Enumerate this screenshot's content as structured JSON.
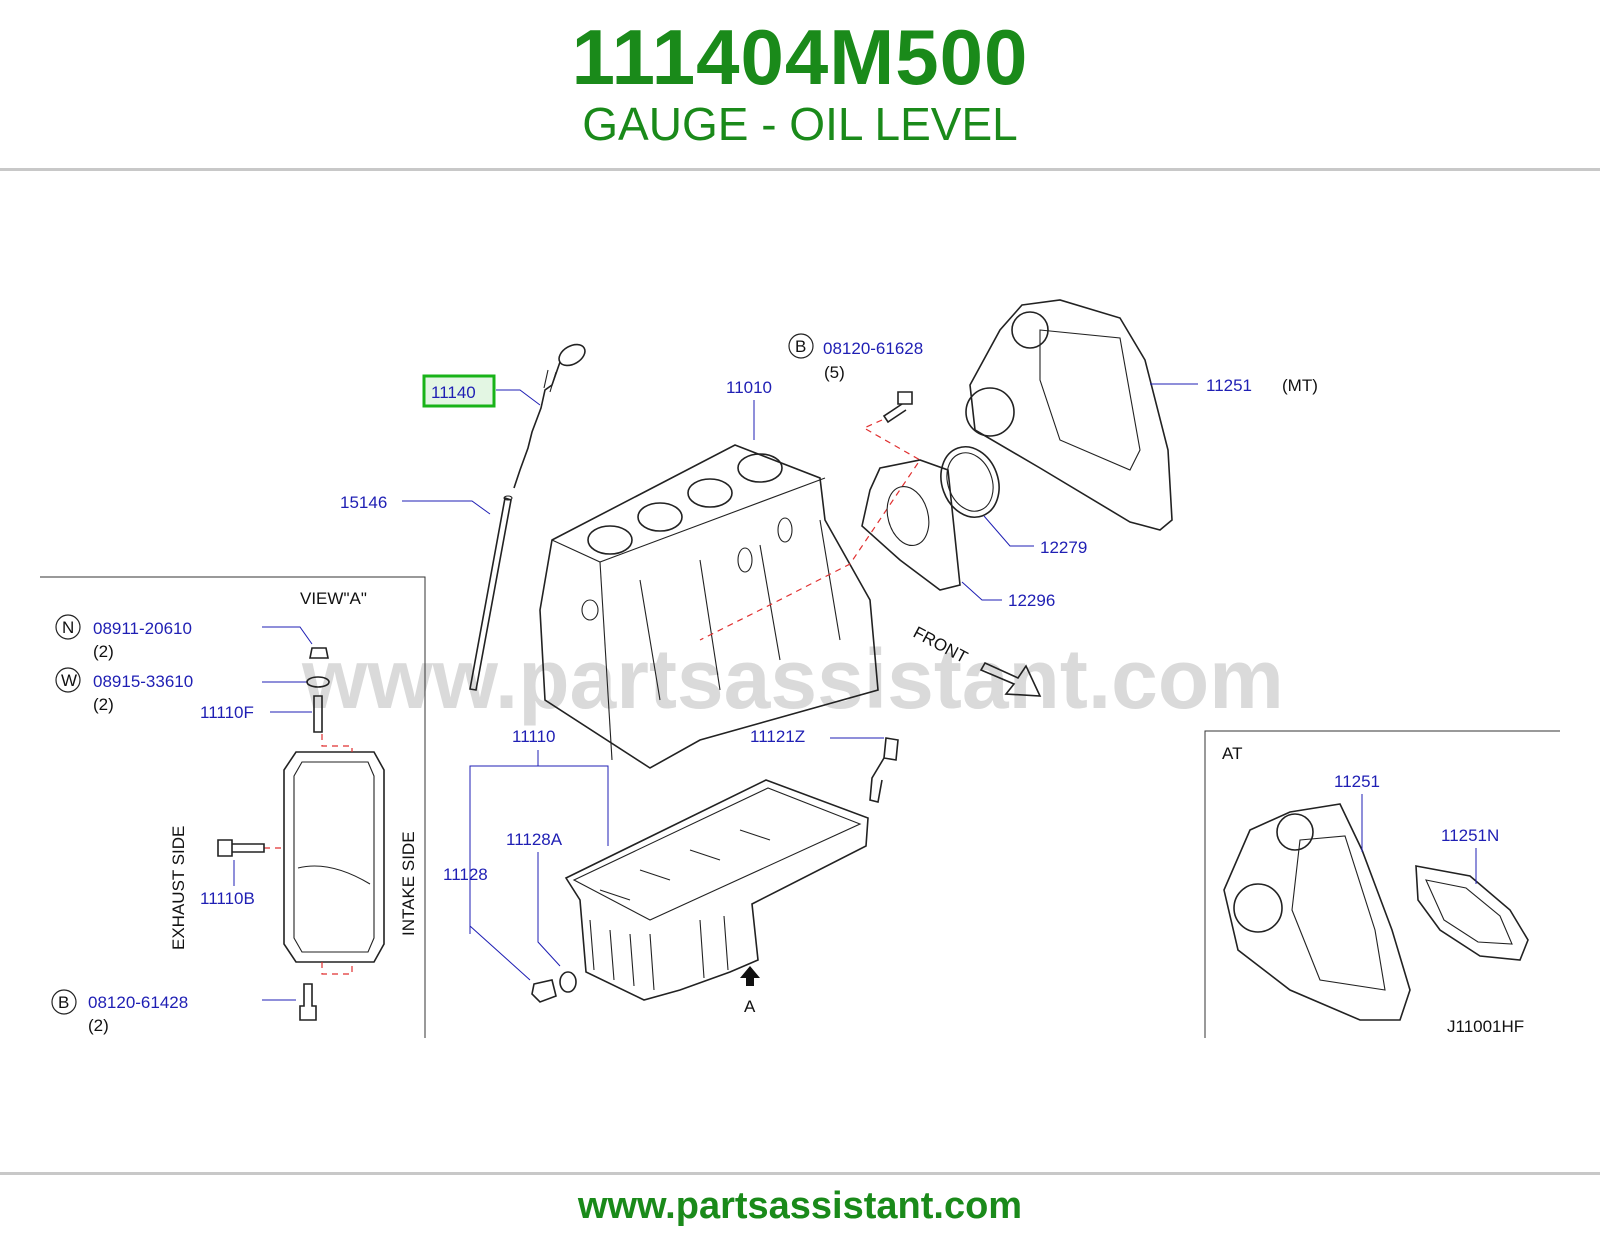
{
  "header": {
    "part_number": "111404M500",
    "description": "GAUGE - OIL LEVEL"
  },
  "footer": {
    "url": "www.partsassistant.com"
  },
  "watermark": "www.partsassistant.com",
  "colors": {
    "brand_green": "#1a8a1a",
    "label_blue": "#1f1fb4",
    "highlight_green": "#19b319",
    "dash_red": "#e03030"
  },
  "highlighted_part": "11140",
  "labels": {
    "p11140": "11140",
    "p15146": "15146",
    "p11010": "11010",
    "bolt_b_code": "B",
    "bolt_b_part": "08120-61628",
    "bolt_b_qty": "(5)",
    "p11251": "11251",
    "mt": "(MT)",
    "p12279": "12279",
    "p12296": "12296",
    "front": "FRONT",
    "p11110": "11110",
    "p11121z": "11121Z",
    "p11128a": "11128A",
    "p11128": "11128",
    "arrow_a": "A",
    "view_a": "VIEW\"A\"",
    "nut_code": "N",
    "nut_part": "08911-20610",
    "nut_qty": "(2)",
    "washer_code": "W",
    "washer_part": "08915-33610",
    "washer_qty": "(2)",
    "p11110f": "11110F",
    "exhaust_side": "EXHAUST SIDE",
    "intake_side": "INTAKE SIDE",
    "p11110b": "11110B",
    "bolt2_code": "B",
    "bolt2_part": "08120-61428",
    "bolt2_qty": "(2)",
    "at": "AT",
    "at_11251": "11251",
    "at_11251n": "11251N",
    "diagram_code": "J11001HF"
  }
}
